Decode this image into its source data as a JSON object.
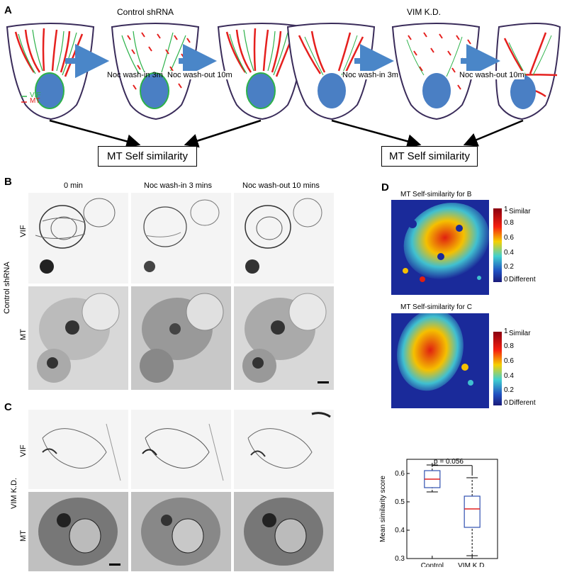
{
  "panel_a": {
    "label": "A",
    "control_title": "Control shRNA",
    "kd_title": "VIM K.D.",
    "step1": "Noc wash-in 3m",
    "step2": "Noc wash-out 10m",
    "legend_vif": "VIF",
    "legend_mt": "MT",
    "similarity_box": "MT Self similarity",
    "colors": {
      "vif": "#2db24a",
      "mt": "#e5201e",
      "nucleus": "#4a7fc4",
      "arrow": "#4a86c8",
      "cell": "#3a2c5a"
    }
  },
  "panel_b": {
    "label": "B",
    "col_headers": [
      "0 min",
      "Noc wash-in 3 mins",
      "Noc wash-out 10 mins"
    ],
    "group_label": "Control shRNA",
    "row_labels": [
      "VIF",
      "MT"
    ]
  },
  "panel_c": {
    "label": "C",
    "group_label": "VIM K.D.",
    "row_labels": [
      "VIF",
      "MT"
    ]
  },
  "panel_d": {
    "label": "D",
    "heatmap_b_title": "MT Self-similarity for B",
    "heatmap_c_title": "MT Self-similarity for C",
    "colorbar_ticks": [
      "1",
      "0.8",
      "0.6",
      "0.4",
      "0.2",
      "0"
    ],
    "colorbar_top": "Similar",
    "colorbar_bottom": "Different"
  },
  "chart_data": {
    "type": "box",
    "ylabel": "Mean similarity score",
    "categories": [
      "Control",
      "VIM K.D."
    ],
    "ylim": [
      0.3,
      0.65
    ],
    "yticks": [
      0.3,
      0.4,
      0.5,
      0.6
    ],
    "boxes": [
      {
        "name": "Control",
        "whisker_low": 0.535,
        "q1": 0.55,
        "median": 0.58,
        "q3": 0.61,
        "whisker_high": 0.63
      },
      {
        "name": "VIM K.D.",
        "whisker_low": 0.31,
        "q1": 0.41,
        "median": 0.475,
        "q3": 0.52,
        "whisker_high": 0.585
      }
    ],
    "annotation": "p = 0.056"
  }
}
